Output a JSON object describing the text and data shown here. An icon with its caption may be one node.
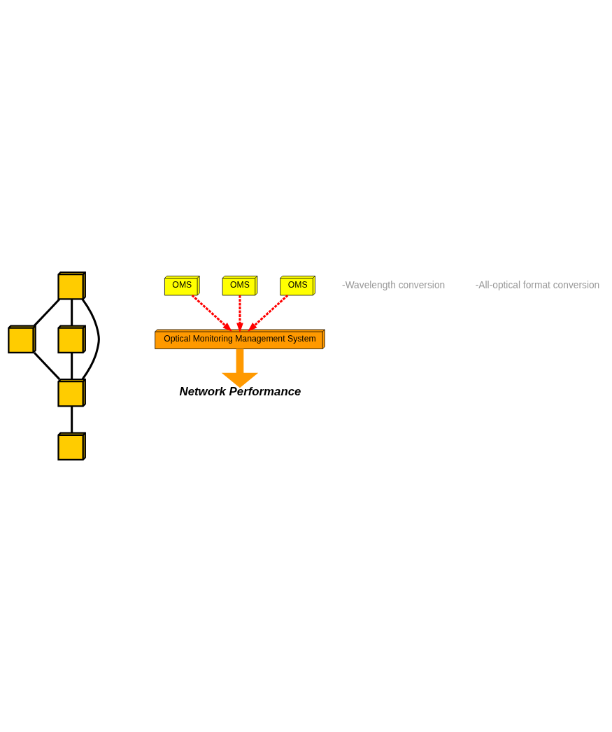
{
  "diagram": {
    "nodes": [
      {
        "text": [],
        "shape": "box"
      },
      {
        "text": [],
        "shape": "box"
      },
      {
        "text": [],
        "shape": "box"
      },
      {
        "text": [
          "OMS"
        ]
      },
      {
        "text": [
          "OMS"
        ]
      },
      {
        "text": [],
        "shape": "box"
      },
      {
        "text": [],
        "shape": "box"
      },
      {
        "text": [
          "OMS"
        ]
      },
      {
        "text": [
          "Optical Monitoring Management System"
        ]
      },
      {
        "text": [
          "Network Performance"
        ]
      }
    ],
    "edges": [
      {
        "from": 0,
        "to": 2,
        "arrow": "none"
      },
      {
        "from": 0,
        "to": 1,
        "arrow": "none"
      },
      {
        "from": 0,
        "to": 6,
        "arrow": "none"
      },
      {
        "from": 2,
        "to": 6,
        "arrow": "none"
      },
      {
        "from": 1,
        "to": 6,
        "arrow": "none"
      },
      {
        "from": 6,
        "to": 5,
        "arrow": "none"
      },
      {
        "from": 3,
        "to": 8,
        "arrow": "to",
        "style": "dashed",
        "color": "#ff0000"
      },
      {
        "from": 4,
        "to": 8,
        "arrow": "to",
        "style": "dashed",
        "color": "#ff0000"
      },
      {
        "from": 7,
        "to": 8,
        "arrow": "to",
        "style": "dashed",
        "color": "#ff0000"
      },
      {
        "from": 8,
        "to": 9,
        "arrow": "to",
        "style": "thick",
        "color": "#ff9900"
      }
    ],
    "labels": [
      "-Wavelength conversion",
      "-All-optical format conversion"
    ]
  }
}
